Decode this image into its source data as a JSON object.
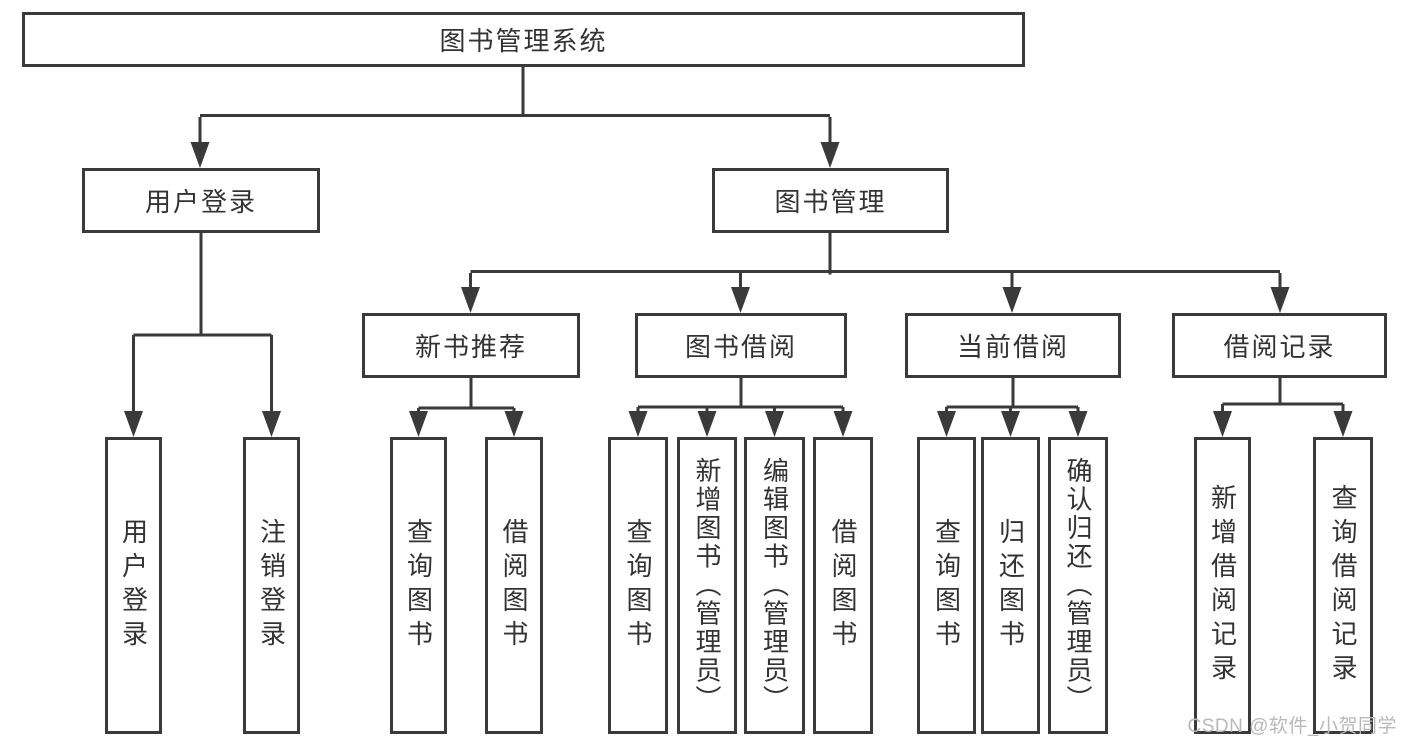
{
  "diagram": {
    "root": {
      "label": "图书管理系统",
      "children": [
        {
          "label": "用户登录",
          "children": [
            {
              "label": "用户登录"
            },
            {
              "label": "注销登录"
            }
          ]
        },
        {
          "label": "图书管理",
          "children": [
            {
              "label": "新书推荐",
              "children": [
                {
                  "label": "查询图书"
                },
                {
                  "label": "借阅图书"
                }
              ]
            },
            {
              "label": "图书借阅",
              "children": [
                {
                  "label": "查询图书"
                },
                {
                  "label": "新增图书（管理员）"
                },
                {
                  "label": "编辑图书（管理员）"
                },
                {
                  "label": "借阅图书"
                }
              ]
            },
            {
              "label": "当前借阅",
              "children": [
                {
                  "label": "查询图书"
                },
                {
                  "label": "归还图书"
                },
                {
                  "label": "确认归还（管理员）"
                }
              ]
            },
            {
              "label": "借阅记录",
              "children": [
                {
                  "label": "新增借阅记录"
                },
                {
                  "label": "查询借阅记录"
                }
              ]
            }
          ]
        }
      ]
    }
  },
  "watermark": {
    "text": "CSDN @软件_小贺同学"
  },
  "colors": {
    "line": "#3a3a3a",
    "text": "#333333",
    "watermark": "#b9b9b9",
    "background": "#ffffff"
  }
}
